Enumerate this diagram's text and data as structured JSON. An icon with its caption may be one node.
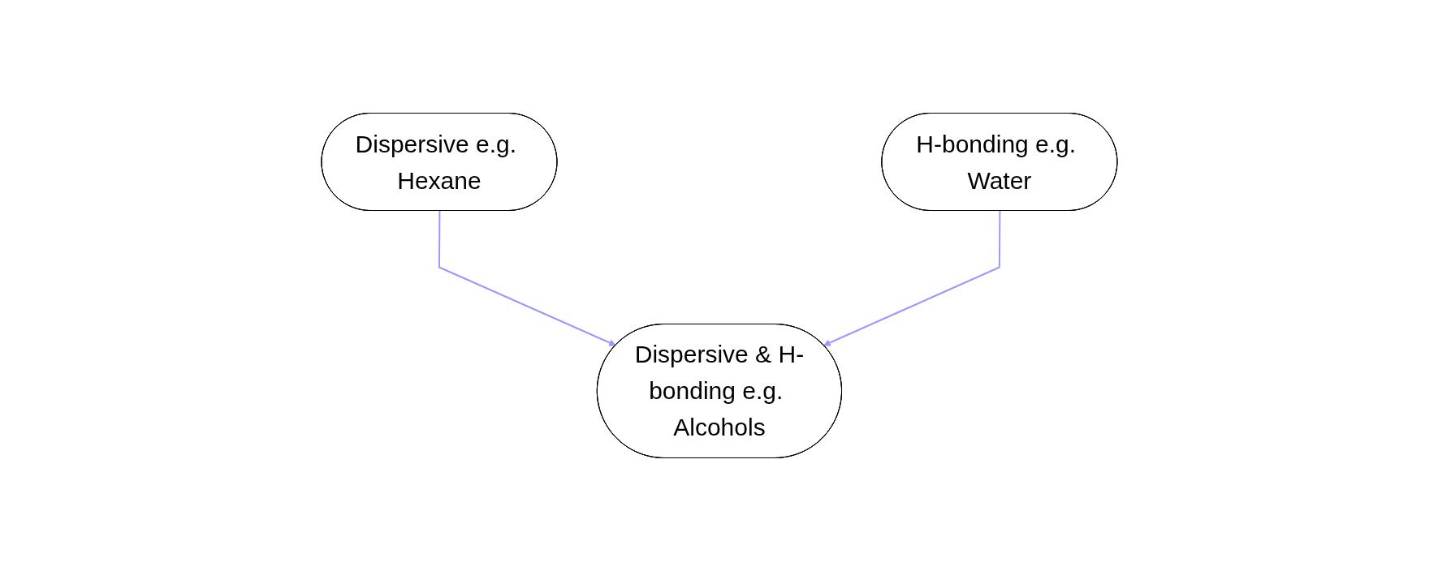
{
  "diagram": {
    "nodes": [
      {
        "text": [
          "Dispersive e.g. Hexane"
        ]
      },
      {
        "text": [
          "H-bonding e.g. Water"
        ]
      },
      {
        "text": [
          "Dispersive & H-bonding e.g. Alcohols"
        ]
      }
    ],
    "edges": [
      {
        "from": 0,
        "to": 2,
        "arrow": "to",
        "color": "#9999ff"
      },
      {
        "from": 1,
        "to": 2,
        "arrow": "to",
        "color": "#9999ff"
      }
    ]
  }
}
